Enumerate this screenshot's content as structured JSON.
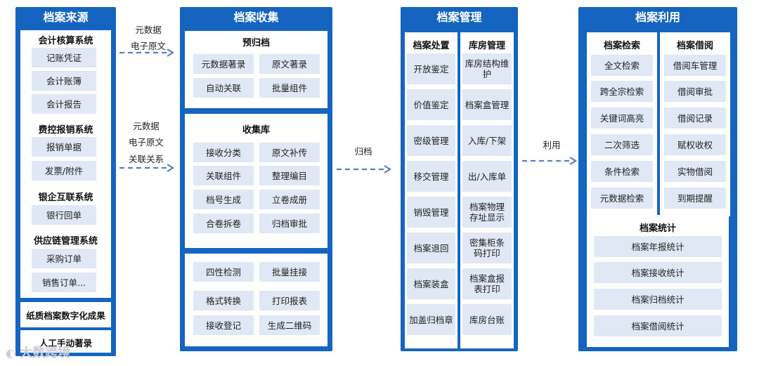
{
  "columns": {
    "source": {
      "title": "档案来源",
      "kj": {
        "title": "会计核算系统",
        "items": [
          "记账凭证",
          "会计账簿",
          "会计报告"
        ]
      },
      "fk": {
        "title": "费控报销系统",
        "items": [
          "报销单据",
          "发票/附件"
        ]
      },
      "yq": {
        "title": "银企互联系统",
        "items": [
          "银行回单"
        ]
      },
      "gyl": {
        "title": "供应链管理系统",
        "items": [
          "采购订单",
          "销售订单..."
        ]
      },
      "paper": "纸质档案数字化成果",
      "manual": "人工手动著录"
    },
    "collect": {
      "title": "档案收集",
      "pre": {
        "title": "预归档",
        "items": [
          "元数据著录",
          "原文著录",
          "自动关联",
          "批量组件"
        ]
      },
      "lib": {
        "title": "收集库",
        "items": [
          "接收分类",
          "原文补传",
          "关联组件",
          "整理编目",
          "档号生成",
          "立卷成册",
          "合卷拆卷",
          "归档审批"
        ]
      },
      "tools": {
        "items": [
          "四性检测",
          "批量挂接",
          "格式转换",
          "打印报表",
          "接收登记",
          "生成二维码"
        ]
      }
    },
    "manage": {
      "title": "档案管理",
      "proc": {
        "title": "档案处置",
        "items": [
          "开放鉴定",
          "价值鉴定",
          "密级管理",
          "移交管理",
          "销毁管理",
          "档案退回",
          "档案装盒",
          "加盖归档章"
        ]
      },
      "store": {
        "title": "库房管理",
        "items": [
          "库房结构维护",
          "档案盒管理",
          "入库/下架",
          "出/入库单",
          "档案物理存址显示",
          "密集柜条码打印",
          "档案盒报表打印",
          "库房台账"
        ]
      }
    },
    "use": {
      "title": "档案利用",
      "search": {
        "title": "档案检索",
        "items": [
          "全文检索",
          "跨全宗检索",
          "关键词高亮",
          "二次筛选",
          "条件检索",
          "元数据检索"
        ]
      },
      "borrow": {
        "title": "档案借阅",
        "items": [
          "借阅车管理",
          "借阅审批",
          "借阅记录",
          "赋权收权",
          "实物借阅",
          "到期提醒"
        ]
      },
      "stat": {
        "title": "档案统计",
        "items": [
          "档案年报统计",
          "档案接收统计",
          "档案归档统计",
          "档案借阅统计"
        ]
      }
    }
  },
  "flows": {
    "a1": [
      "元数据",
      "电子原文"
    ],
    "a2": [
      "元数据",
      "电子原文",
      "关联关系"
    ],
    "a3": "归档",
    "a4": "利用"
  },
  "watermark": "大数跨境",
  "colors": {
    "primary": "#1565c0",
    "pill": "#dfe8f4",
    "arrow": "#5b7fb3"
  }
}
